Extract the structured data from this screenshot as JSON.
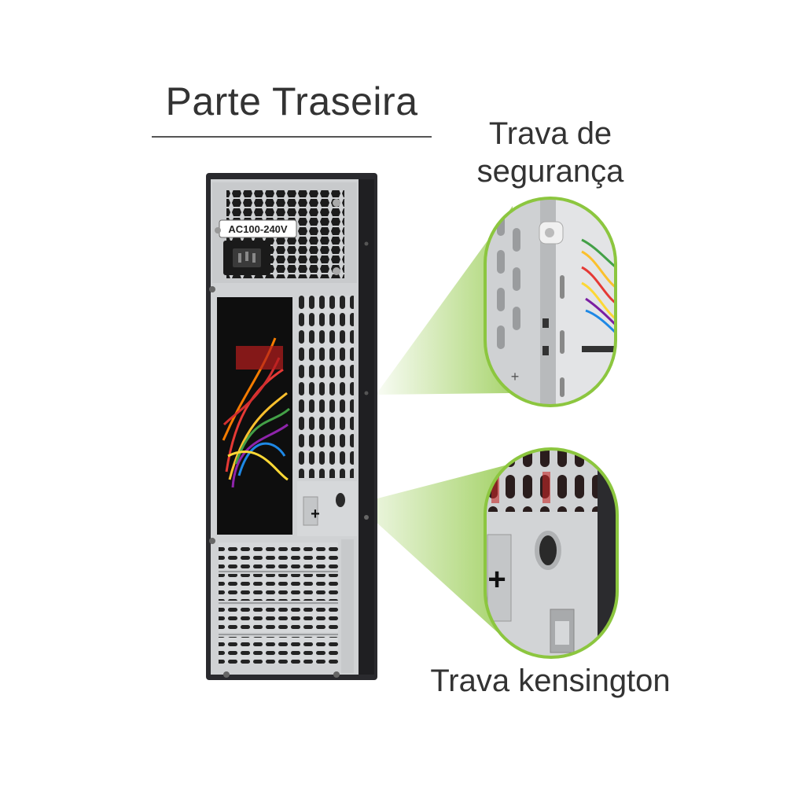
{
  "title": "Parte Traseira",
  "psu_label": "AC100-240V",
  "callouts": {
    "security_line1": "Trava de",
    "security_line2": "segurança",
    "kensington": "Trava kensington"
  },
  "colors": {
    "accent_green": "#8cc63f",
    "chassis_black": "#2a2a2e",
    "panel_silver": "#d4d6d8"
  }
}
